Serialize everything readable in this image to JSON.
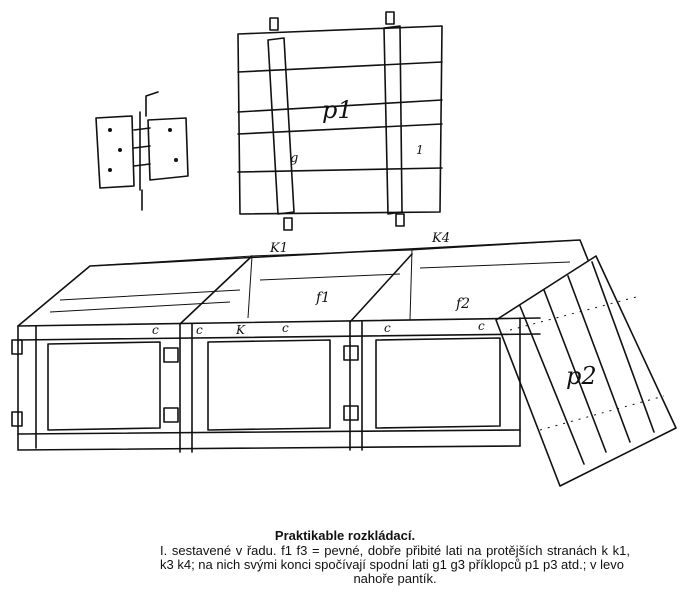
{
  "figure": {
    "labels": {
      "p1": "p1",
      "p2": "p2",
      "f1": "f1",
      "f2": "f2",
      "k1": "K1",
      "k4": "K4",
      "k": "K",
      "c1": "c",
      "c2": "c",
      "c3": "c",
      "c4": "c",
      "c5": "c",
      "g": "g",
      "one": "1"
    }
  },
  "caption": {
    "title": "Praktikable rozkládací.",
    "line1": "I. sestavené v řadu. f1 f3 = pevné, dobře přibité lati na protějších stranách k k1,",
    "line2": "k3 k4; na nich svými konci spočívají spodní lati g1 g3 příklopců p1 p3 atd.; v levo",
    "line3": "nahoře pantík."
  }
}
